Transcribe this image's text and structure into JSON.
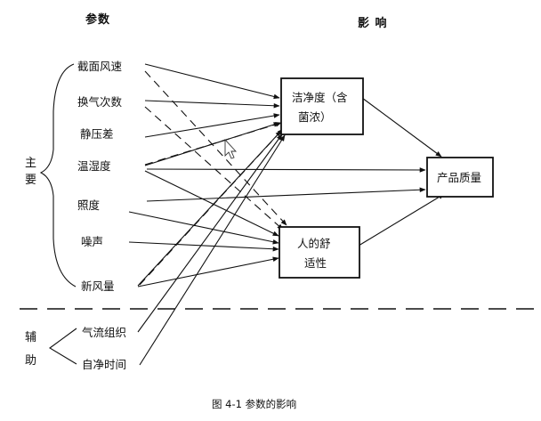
{
  "header": {
    "params": "参数",
    "effects": "影 响"
  },
  "groups": {
    "main": [
      "主",
      "要"
    ],
    "aux": [
      "辅",
      "助"
    ]
  },
  "params": [
    "截面风速",
    "换气次数",
    "静压差",
    "温湿度",
    "照度",
    "噪声",
    "新风量",
    "气流组织",
    "自净时间"
  ],
  "boxes": {
    "cleanliness": [
      "洁净度（含",
      "菌浓）"
    ],
    "comfort": [
      "人的舒",
      "适性"
    ],
    "quality": [
      "产品质量"
    ]
  },
  "caption": "图 4-1    参数的影响"
}
